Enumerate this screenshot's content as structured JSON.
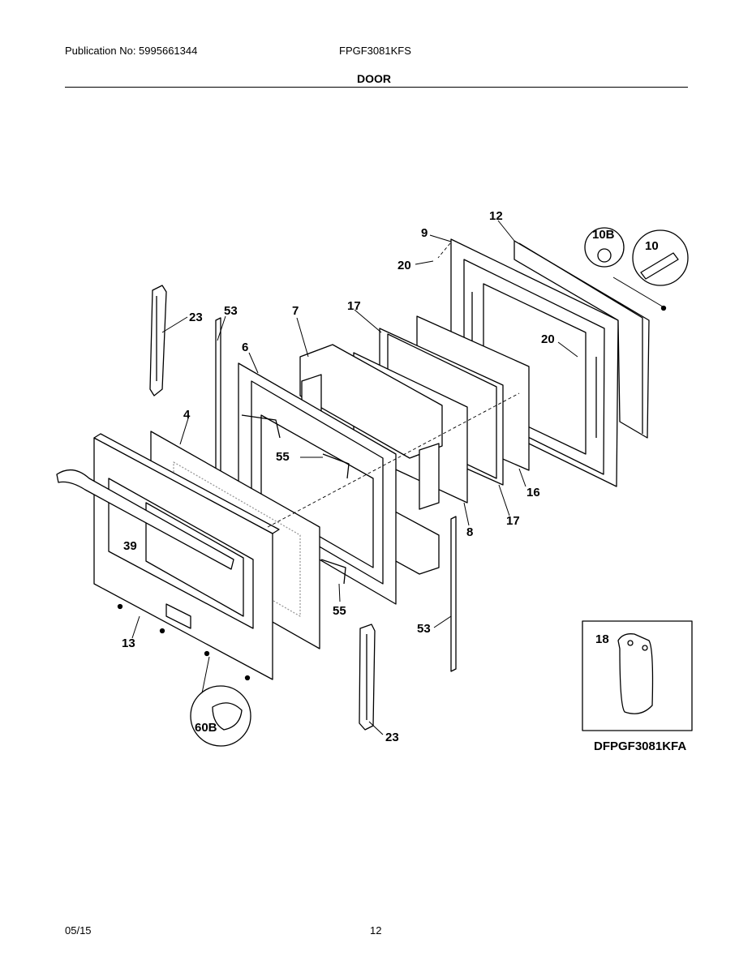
{
  "header": {
    "publication": "Publication No: 5995661344",
    "model": "FPGF3081KFS",
    "section_title": "DOOR"
  },
  "footer": {
    "date": "05/15",
    "page": "12"
  },
  "callouts": {
    "c4": "4",
    "c6": "6",
    "c7": "7",
    "c8": "8",
    "c9": "9",
    "c10": "10",
    "c10b": "10B",
    "c12": "12",
    "c13": "13",
    "c16": "16",
    "c17a": "17",
    "c17b": "17",
    "c18": "18",
    "c20a": "20",
    "c20b": "20",
    "c23a": "23",
    "c23b": "23",
    "c39": "39",
    "c53a": "53",
    "c53b": "53",
    "c55a": "55",
    "c55b": "55",
    "c60b": "60B"
  },
  "diagram_code": "DFPGF3081KFA"
}
